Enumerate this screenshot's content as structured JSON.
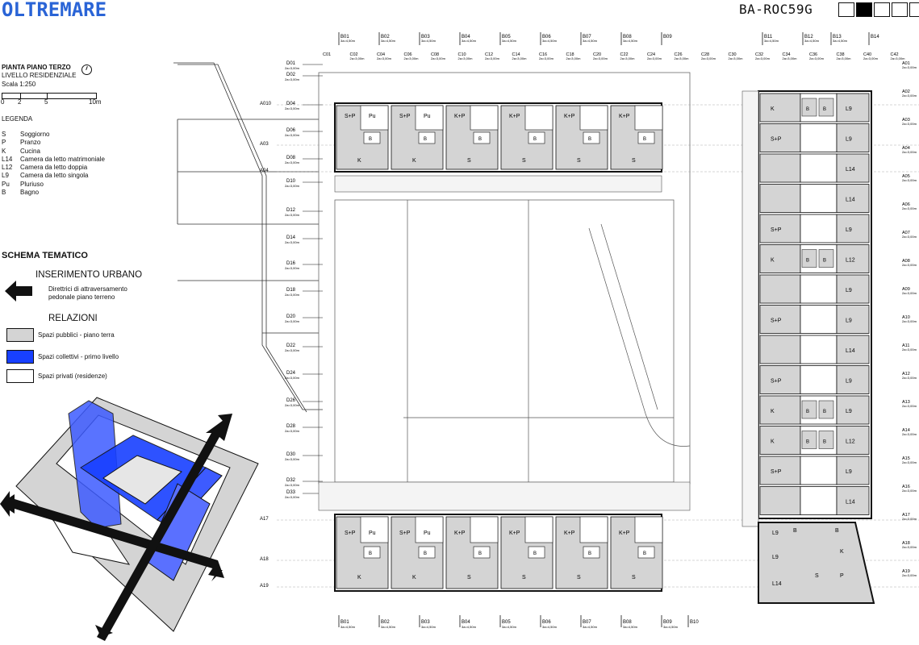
{
  "header": {
    "brand": "OLTREMARE",
    "project_code": "BA-ROC59G",
    "sheet_indicator": [
      false,
      true,
      false,
      false,
      false
    ]
  },
  "colors": {
    "brand": "#2a64d6",
    "collective_blue": "#1840ff",
    "public_gray": "#d4d4d4",
    "private_white": "#ffffff"
  },
  "plan": {
    "title": "PIANTA PIANO TERZO",
    "subtitle": "LIVELLO RESIDENZIALE",
    "scale": "Scala 1:250",
    "scale_marks": [
      "0",
      "2",
      "5",
      "10m"
    ]
  },
  "legend": {
    "title": "LEGENDA",
    "items": [
      {
        "code": "S",
        "desc": "Soggiorno"
      },
      {
        "code": "P",
        "desc": "Pranzo"
      },
      {
        "code": "K",
        "desc": "Cucina"
      },
      {
        "code": "L14",
        "desc": "Camera da letto matrimoniale"
      },
      {
        "code": "L12",
        "desc": "Camera da letto doppia"
      },
      {
        "code": "L9",
        "desc": "Camera da letto singola"
      },
      {
        "code": "Pu",
        "desc": "Pluriuso"
      },
      {
        "code": "B",
        "desc": "Bagno"
      }
    ]
  },
  "schema": {
    "title": "SCHEMA TEMATICO",
    "insertion_title": "INSERIMENTO URBANO",
    "insertion_desc": [
      "Direttrici di attraversamento",
      "pedonale piano terreno"
    ],
    "relations_title": "RELAZIONI",
    "relations": [
      {
        "label": "Spazi pubblici - piano terra",
        "color": "#d4d4d4"
      },
      {
        "label": "Spazi collettivi - primo livello",
        "color": "#1840ff"
      },
      {
        "label": "Spazi privati (residenze)",
        "color": "#ffffff"
      }
    ]
  },
  "grid": {
    "top_axes": [
      "B01",
      "B02",
      "B03",
      "B04",
      "B05",
      "B06",
      "B07",
      "B08",
      "B09",
      "B11",
      "B12",
      "B13",
      "B14"
    ],
    "top_spacing": "3a=4,50m",
    "bottom_axes": [
      "B01",
      "B02",
      "B03",
      "B04",
      "B05",
      "B06",
      "B07",
      "B08",
      "B09",
      "B10"
    ],
    "c_axes": [
      "C01",
      "C02",
      "C04",
      "C06",
      "C08",
      "C10",
      "C12",
      "C14",
      "C16",
      "C18",
      "C20",
      "C22",
      "C24",
      "C26",
      "C28",
      "C30",
      "C32",
      "C34",
      "C36",
      "C38",
      "C40",
      "C42"
    ],
    "c_spacing": "2a=3,00m",
    "d_axes": [
      "D01",
      "D02",
      "D04",
      "D06",
      "D08",
      "D10",
      "D12",
      "D14",
      "D16",
      "D18",
      "D20",
      "D22",
      "D24",
      "D26",
      "D28",
      "D30",
      "D32",
      "D33"
    ],
    "d_spacing": "2a=3,00m",
    "a_left_axes": [
      "A010",
      "A03",
      "A04",
      "A17",
      "A18",
      "A19"
    ],
    "a_right_axes": [
      "A01",
      "A02",
      "A03",
      "A04",
      "A05",
      "A06",
      "A07",
      "A08",
      "A09",
      "A10",
      "A11",
      "A12",
      "A13",
      "A14",
      "A15",
      "A16",
      "A17",
      "A18",
      "A19"
    ]
  },
  "rooms": {
    "top_units": [
      {
        "row1": [
          "S+P",
          "Pu"
        ],
        "row2": [
          "B"
        ],
        "row3": [
          "K"
        ]
      },
      {
        "row1": [
          "S+P",
          "Pu"
        ],
        "row2": [
          "B"
        ],
        "row3": [
          "K"
        ]
      },
      {
        "row1": [
          "K+P"
        ],
        "row2": [
          "B"
        ],
        "row3": [
          "S"
        ]
      },
      {
        "row1": [
          "K+P"
        ],
        "row2": [
          "B"
        ],
        "row3": [
          "S"
        ]
      },
      {
        "row1": [
          "K+P"
        ],
        "row2": [
          "B"
        ],
        "row3": [
          "S"
        ]
      },
      {
        "row1": [
          "K+P"
        ],
        "row2": [
          "B"
        ],
        "row3": [
          "S"
        ]
      }
    ],
    "east_column": [
      [
        "K",
        "B",
        "B",
        "L9"
      ],
      [
        "S+P",
        "",
        "",
        "L9"
      ],
      [
        "",
        "",
        "",
        "L14"
      ],
      [
        "",
        "",
        "",
        "L14"
      ],
      [
        "S+P",
        "",
        "",
        "L9"
      ],
      [
        "K",
        "B",
        "B",
        "L12"
      ],
      [
        "",
        "",
        "",
        "L9"
      ],
      [
        "S+P",
        "",
        "",
        "L9"
      ],
      [
        "",
        "",
        "",
        "L14"
      ],
      [
        "S+P",
        "",
        "",
        "L9"
      ],
      [
        "K",
        "B",
        "B",
        "L9"
      ],
      [
        "K",
        "B",
        "B",
        "L12"
      ],
      [
        "S+P",
        "",
        "",
        "L9"
      ],
      [
        "",
        "",
        "",
        "L14"
      ]
    ],
    "southeast_corner": [
      "L9",
      "B",
      "B",
      "L9",
      "K",
      "L14",
      "S",
      "P"
    ]
  }
}
